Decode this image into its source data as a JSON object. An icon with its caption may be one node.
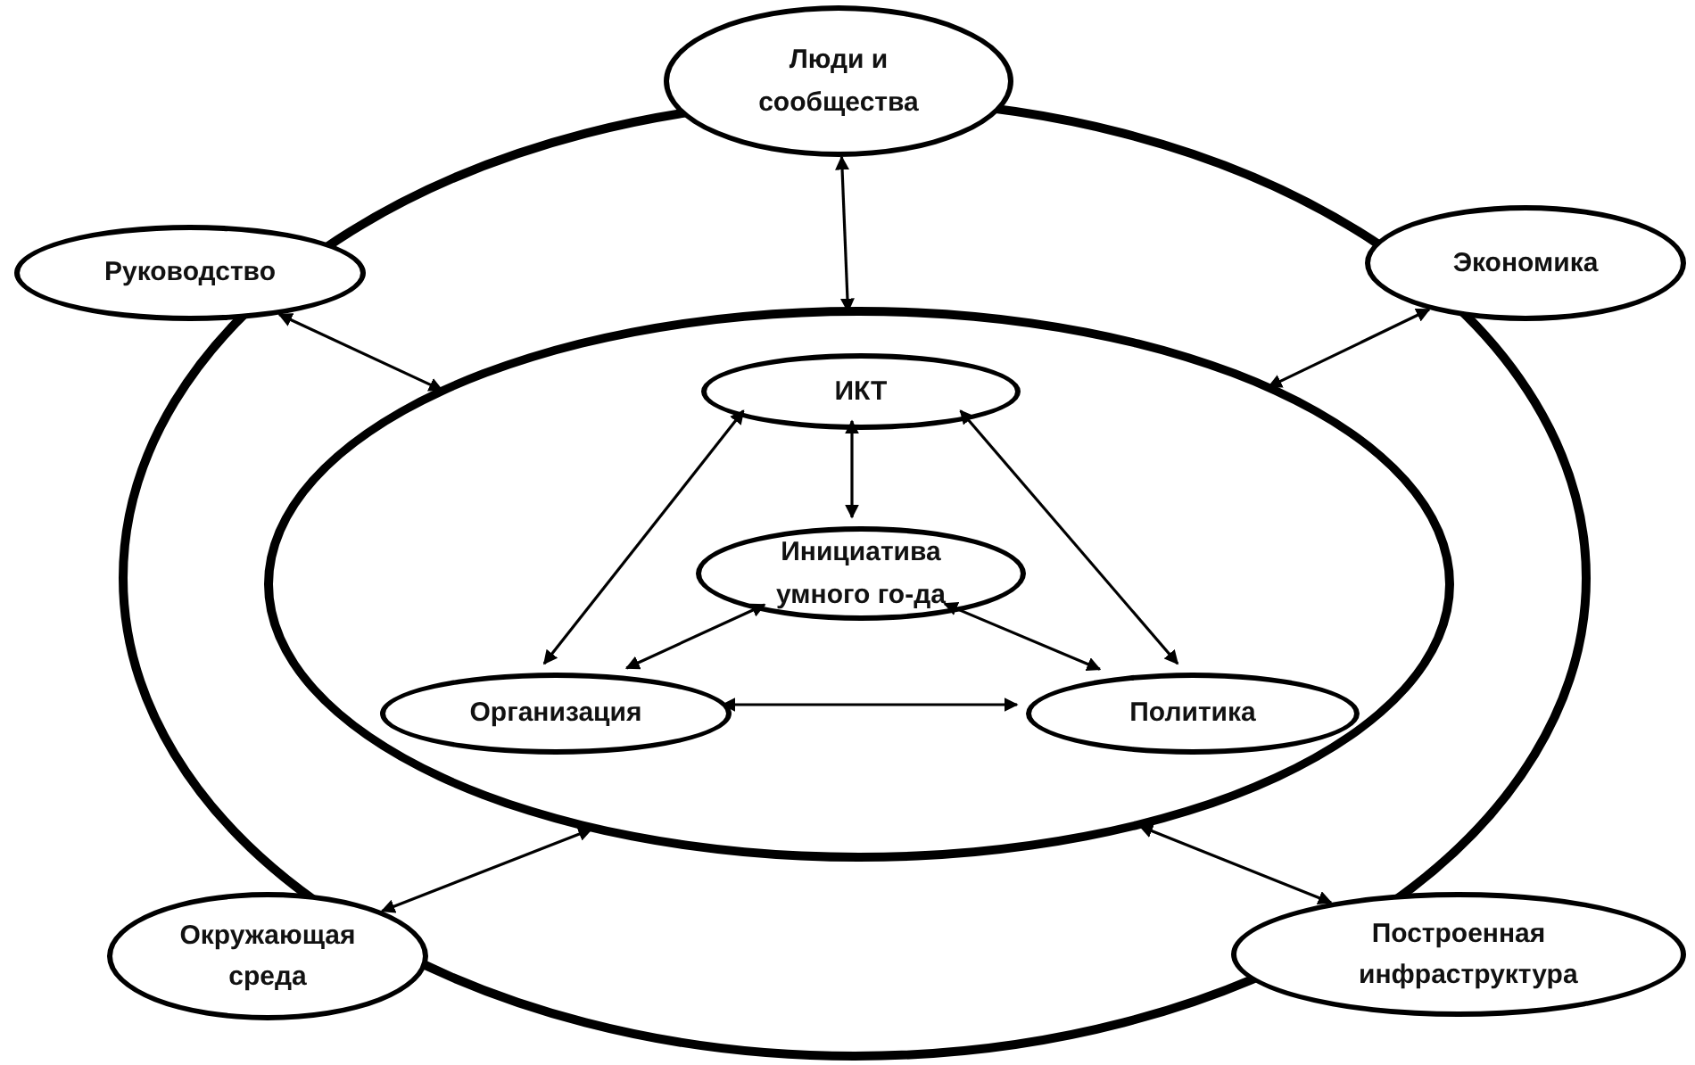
{
  "diagram": {
    "nodes": [
      {
        "text": [
          "Люди и сообщества"
        ]
      },
      {
        "text": [
          "Руководство"
        ]
      },
      {
        "text": [
          "Экономика"
        ]
      },
      {
        "text": [],
        "shape": "circle"
      },
      {
        "text": [
          "ИКТ"
        ],
        "in": 3
      },
      {
        "text": [
          "Инициатива умного го-да"
        ],
        "in": 3
      },
      {
        "text": [
          "Организация"
        ],
        "in": 3
      },
      {
        "text": [
          "Политика"
        ],
        "in": 3
      },
      {
        "text": [
          "Окружающая среда"
        ]
      },
      {
        "text": [
          "Построенная инфраструктура"
        ]
      }
    ],
    "edges": [
      {
        "from": 0,
        "to": 3,
        "arrow": "both"
      },
      {
        "from": 1,
        "to": 3,
        "arrow": "both"
      },
      {
        "from": 2,
        "to": 3,
        "arrow": "both"
      },
      {
        "from": 4,
        "to": 5,
        "arrow": "both"
      },
      {
        "from": 4,
        "to": 6,
        "arrow": "both"
      },
      {
        "from": 4,
        "to": 7,
        "arrow": "both"
      },
      {
        "from": 6,
        "to": 5,
        "arrow": "both"
      },
      {
        "from": 7,
        "to": 5,
        "arrow": "both"
      },
      {
        "from": 6,
        "to": 7,
        "arrow": "both"
      },
      {
        "from": 8,
        "to": 3,
        "arrow": "both"
      },
      {
        "from": 9,
        "to": 3,
        "arrow": "both"
      }
    ]
  }
}
